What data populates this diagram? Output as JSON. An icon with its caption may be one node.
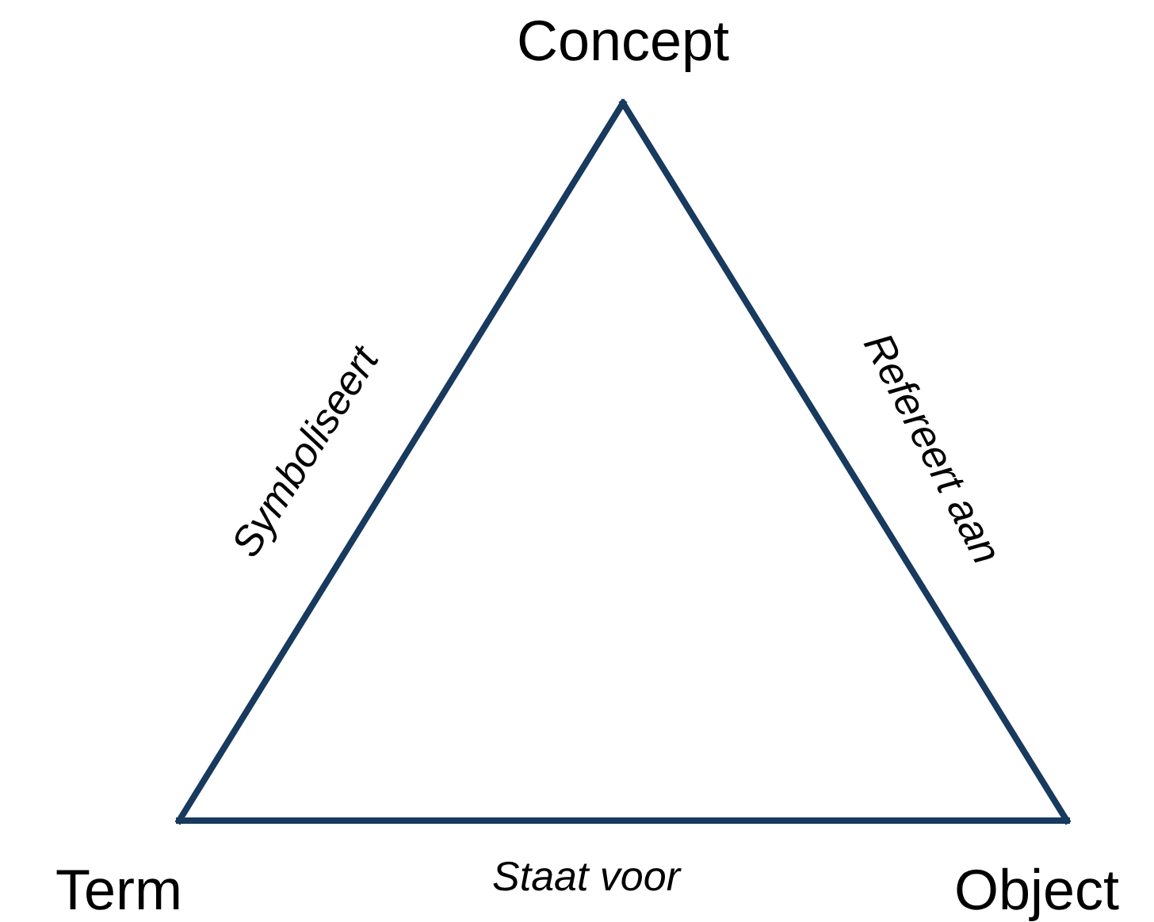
{
  "diagram": {
    "nodes": [
      {
        "text": [
          "Concept"
        ]
      },
      {
        "text": [
          "Term"
        ]
      },
      {
        "text": [
          "Object"
        ]
      }
    ],
    "edges": [
      {
        "from": 1,
        "to": 0,
        "arrow": "none",
        "label": "Symboliseert"
      },
      {
        "from": 0,
        "to": 2,
        "arrow": "none",
        "label": "Refereert aan"
      },
      {
        "from": 1,
        "to": 2,
        "arrow": "none",
        "label": "Staat voor"
      }
    ]
  }
}
